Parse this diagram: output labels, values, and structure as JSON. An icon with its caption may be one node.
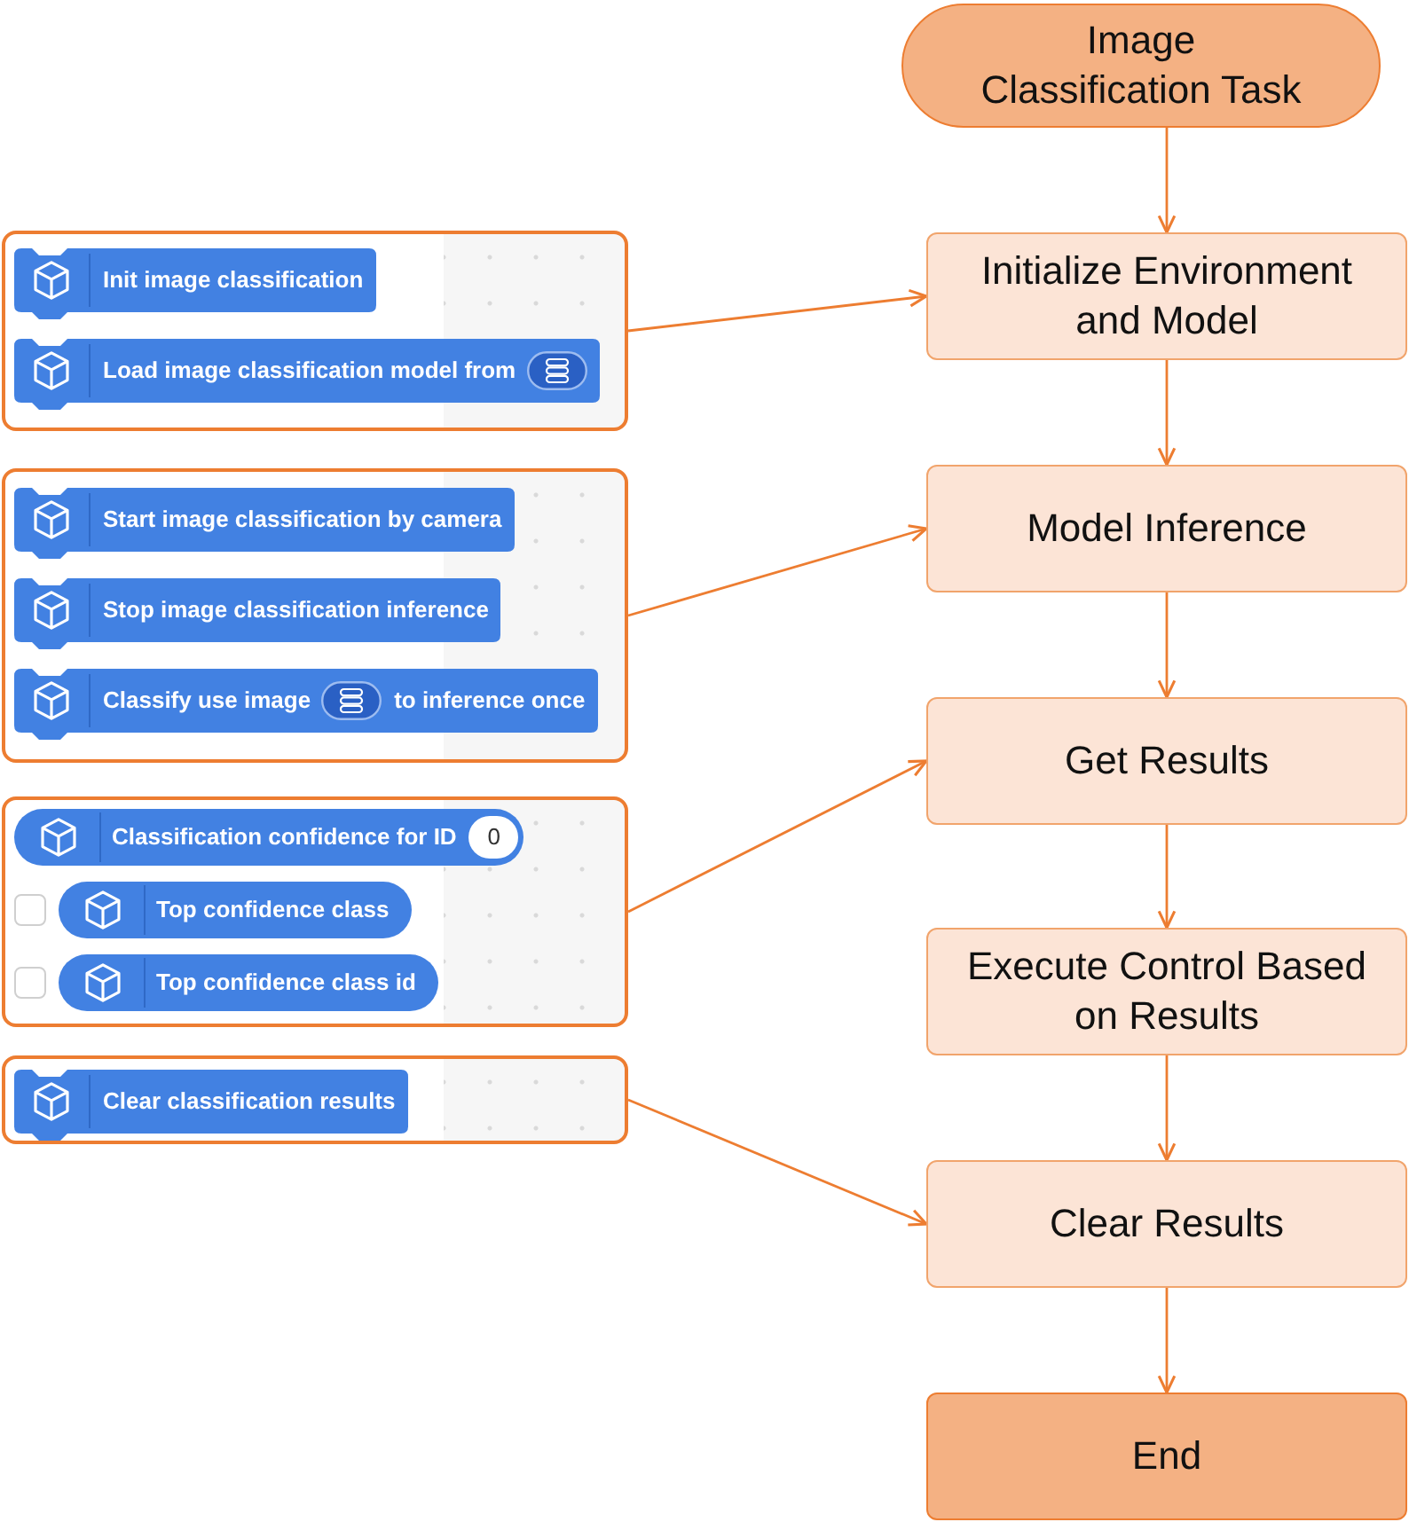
{
  "diagram": {
    "nodes": [
      {
        "text": [
          "Image Classification Task"
        ]
      },
      {
        "text": [
          "Initialize Environment and Model"
        ]
      },
      {
        "text": [
          "Model Inference"
        ]
      },
      {
        "text": [
          "Get Results"
        ]
      },
      {
        "text": [
          "Execute Control Based on Results"
        ]
      },
      {
        "text": [
          "Clear Results"
        ]
      },
      {
        "text": [
          "End"
        ]
      },
      {
        "text": [],
        "shape": "box"
      },
      {
        "text": [
          "Init image classification"
        ],
        "in": 7
      },
      {
        "text": [
          "Load image classification model from"
        ],
        "in": 7
      },
      {
        "text": [],
        "shape": "box"
      },
      {
        "text": [
          "Start image classification by camera"
        ],
        "in": 10
      },
      {
        "text": [
          "Stop image classification inference"
        ],
        "in": 10
      },
      {
        "text": [
          "Classify use image",
          "to inference once"
        ],
        "in": 10
      },
      {
        "text": [],
        "shape": "box"
      },
      {
        "text": [
          "Classification confidence for ID",
          "0"
        ],
        "in": 14
      },
      {
        "text": [
          "Top confidence class"
        ],
        "in": 14
      },
      {
        "text": [
          "Top confidence class id"
        ],
        "in": 14
      },
      {
        "text": [],
        "shape": "box"
      },
      {
        "text": [
          "Clear classification results"
        ],
        "in": 18
      }
    ],
    "edges": [
      {
        "from": 0,
        "to": 1,
        "arrow": "to"
      },
      {
        "from": 1,
        "to": 2,
        "arrow": "to"
      },
      {
        "from": 2,
        "to": 3,
        "arrow": "to"
      },
      {
        "from": 3,
        "to": 4,
        "arrow": "to"
      },
      {
        "from": 4,
        "to": 5,
        "arrow": "to"
      },
      {
        "from": 5,
        "to": 6,
        "arrow": "to"
      },
      {
        "from": 7,
        "to": 1,
        "arrow": "to"
      },
      {
        "from": 10,
        "to": 2,
        "arrow": "to"
      },
      {
        "from": 14,
        "to": 3,
        "arrow": "to"
      },
      {
        "from": 18,
        "to": 5,
        "arrow": "to"
      }
    ]
  }
}
